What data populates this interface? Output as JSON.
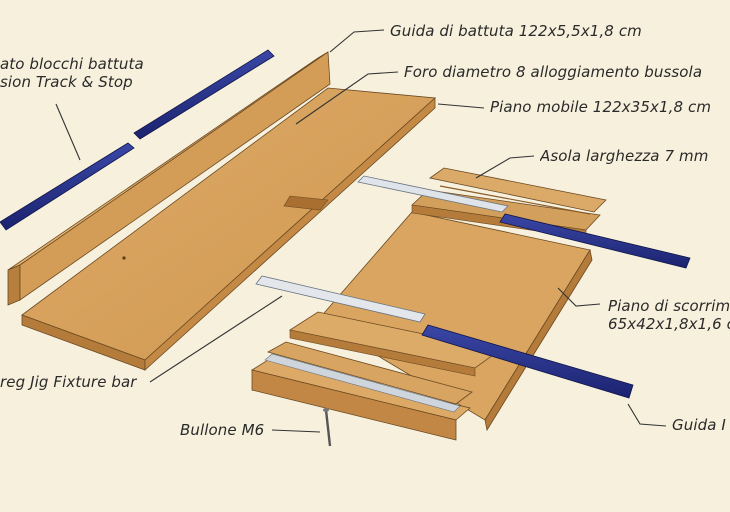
{
  "labels": {
    "track_left_1": "ato blocchi battuta",
    "track_left_2": "sion Track & Stop",
    "guida_battuta": "Guida di battuta 122x5,5x1,8 cm",
    "foro": "Foro diametro 8 alloggiamento bussola",
    "piano_mobile": "Piano mobile 122x35x1,8 cm",
    "asola": "Asola larghezza 7 mm",
    "piano_scorrimento_1": "Piano di scorrim",
    "piano_scorrimento_2": "65x42x1,8x1,6 c",
    "fixture_bar": "reg Jig Fixture bar",
    "bullone": "Bullone M6",
    "guida_right": "Guida I"
  },
  "colors": {
    "background": "#f6f0dd",
    "wood_top": "#d8a35f",
    "wood_edge": "#b7823f",
    "track_blue": "#242f86",
    "rail_silver": "#d7dde4",
    "leader": "#333333"
  }
}
